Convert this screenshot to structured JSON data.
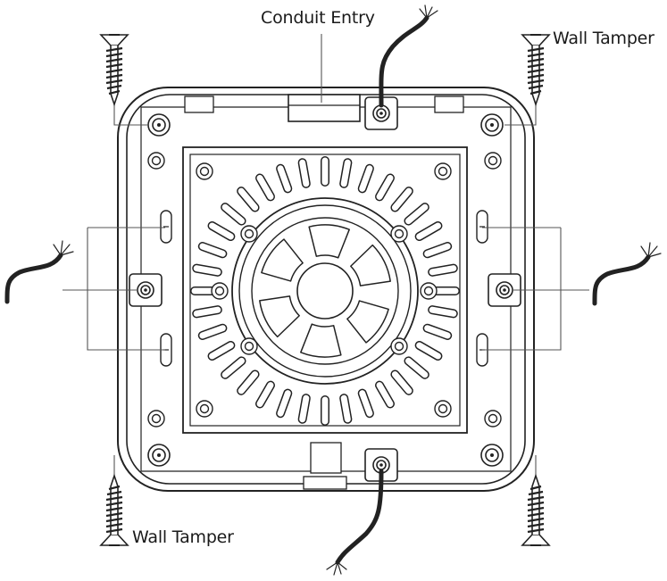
{
  "labels": {
    "conduit_entry": "Conduit Entry",
    "wall_tamper_top": "Wall Tamper",
    "wall_tamper_bottom": "Wall Tamper"
  }
}
